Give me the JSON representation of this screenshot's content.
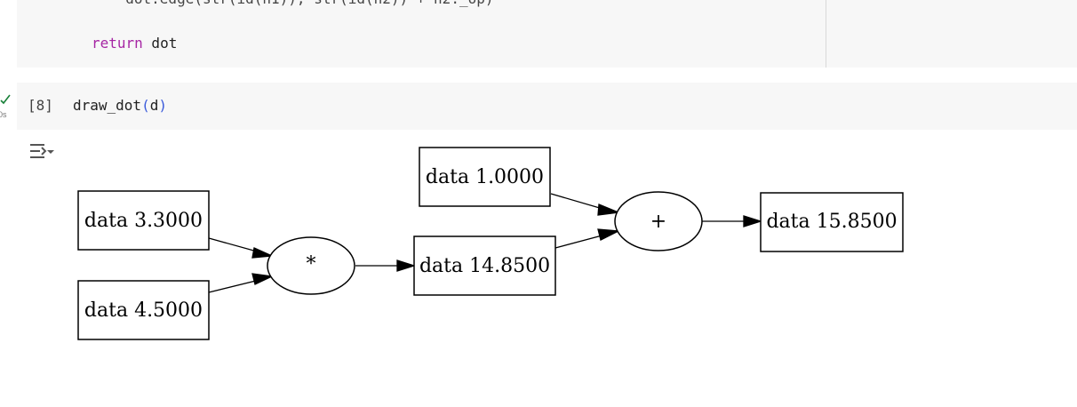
{
  "previous_cell": {
    "cut_line": "  dot.edge(str(id(n1)), str(id(n2)) + n2._op)",
    "return_keyword": "return",
    "return_value": " dot"
  },
  "cell": {
    "status_icon": "check-icon",
    "run_time": "0s",
    "execution_count": "[8]",
    "fn_name": "draw_dot",
    "open_paren": "(",
    "arg": "d",
    "close_paren": ")"
  },
  "output": {
    "toggle_icon": "output-collapse-icon",
    "graph": {
      "nodes": {
        "a": "data 3.3000",
        "b": "data 4.5000",
        "mul_op": "*",
        "ab": "data 14.8500",
        "c": "data 1.0000",
        "add_op": "+",
        "out": "data 15.8500"
      }
    }
  }
}
